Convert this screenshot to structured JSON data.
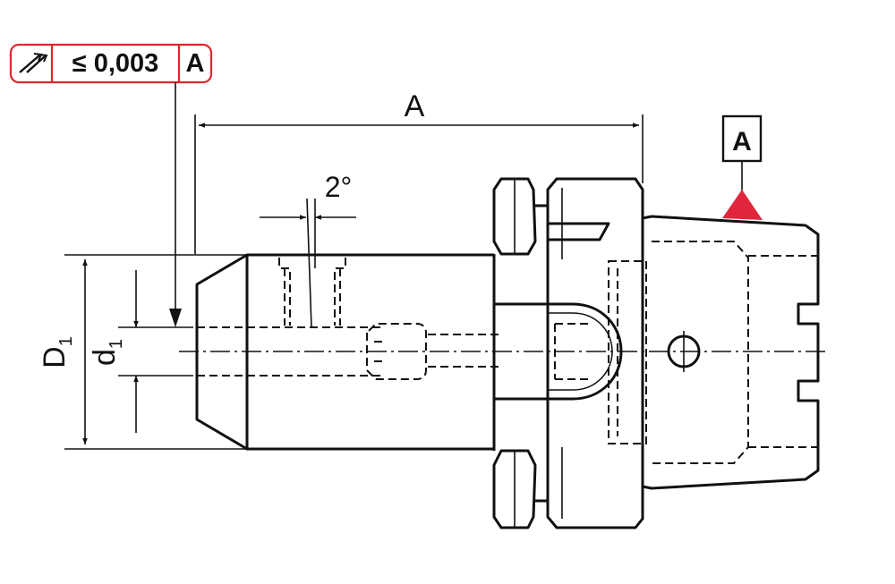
{
  "tolerance_frame": {
    "symbol": "runout-icon",
    "value": "≤ 0,003",
    "datum": "A",
    "color": "#e0262c"
  },
  "datum_marker": {
    "label": "A",
    "triangle_color": "#e0263c"
  },
  "dimensions": {
    "length": "A",
    "angle": "2°",
    "outer_diameter_main": "D",
    "outer_diameter_sub": "1",
    "inner_diameter_main": "d",
    "inner_diameter_sub": "1"
  }
}
